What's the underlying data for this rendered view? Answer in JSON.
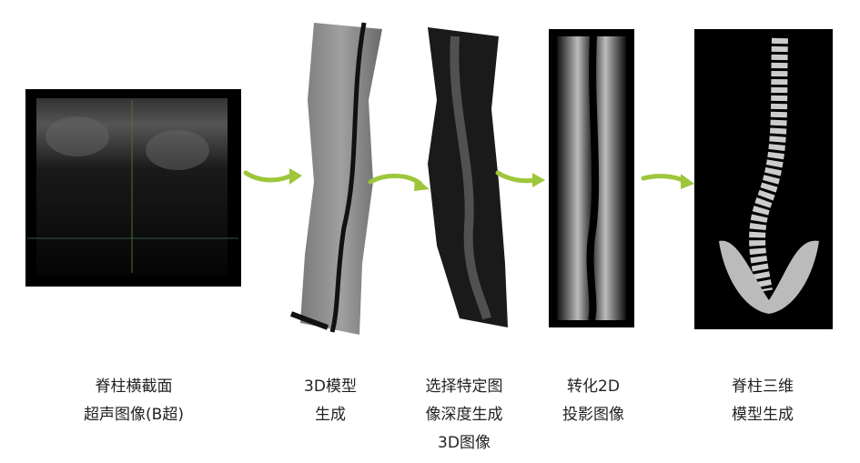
{
  "accent_color": "#9dc63a",
  "steps": [
    {
      "lines": [
        "脊柱横截面",
        "超声图像(B超)"
      ]
    },
    {
      "lines": [
        "3D模型",
        "生成"
      ]
    },
    {
      "lines": [
        "选择特定图",
        "像深度生成",
        "3D图像"
      ]
    },
    {
      "lines": [
        "转化2D",
        "投影图像"
      ]
    },
    {
      "lines": [
        "脊柱三维",
        "模型生成"
      ]
    }
  ]
}
